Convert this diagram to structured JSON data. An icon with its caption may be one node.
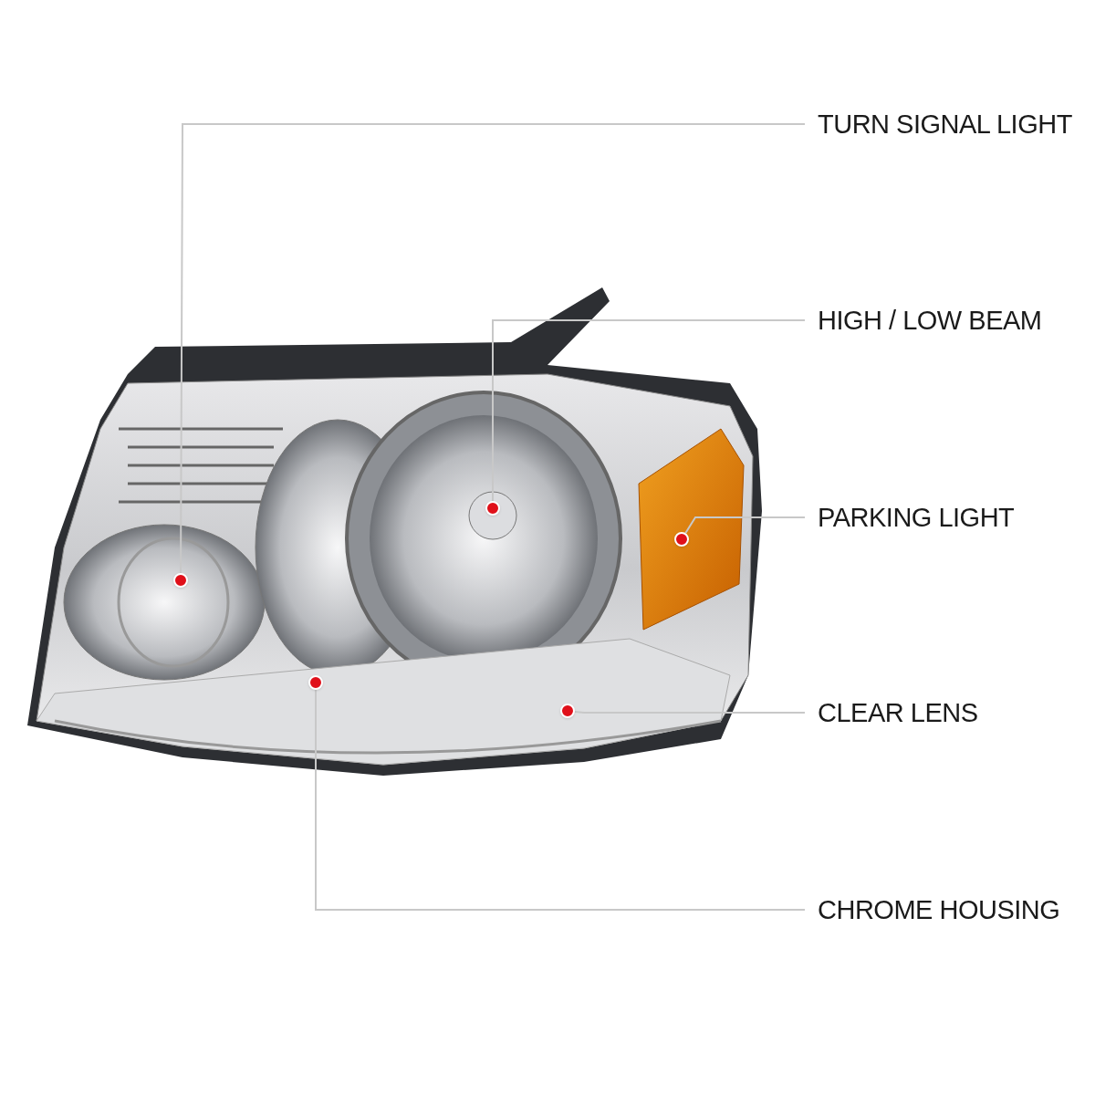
{
  "diagram": {
    "nodes": [
      {
        "text": [
          "TURN SIGNAL LIGHT"
        ]
      },
      {
        "text": [
          "HIGH / LOW BEAM"
        ]
      },
      {
        "text": [
          "PARKING LIGHT"
        ]
      },
      {
        "text": [
          "CLEAR LENS"
        ]
      },
      {
        "text": [
          "CHROME HOUSING"
        ]
      },
      {
        "text": [],
        "shape": "circle"
      },
      {
        "text": [],
        "shape": "circle"
      },
      {
        "text": [],
        "shape": "circle"
      },
      {
        "text": [],
        "shape": "circle"
      },
      {
        "text": [],
        "shape": "circle"
      }
    ],
    "edges": [
      {
        "from": 0,
        "to": 5,
        "arrow": "none"
      },
      {
        "from": 1,
        "to": 6,
        "arrow": "none"
      },
      {
        "from": 2,
        "to": 7,
        "arrow": "none"
      },
      {
        "from": 3,
        "to": 8,
        "arrow": "none"
      },
      {
        "from": 4,
        "to": 9,
        "arrow": "none"
      }
    ]
  }
}
